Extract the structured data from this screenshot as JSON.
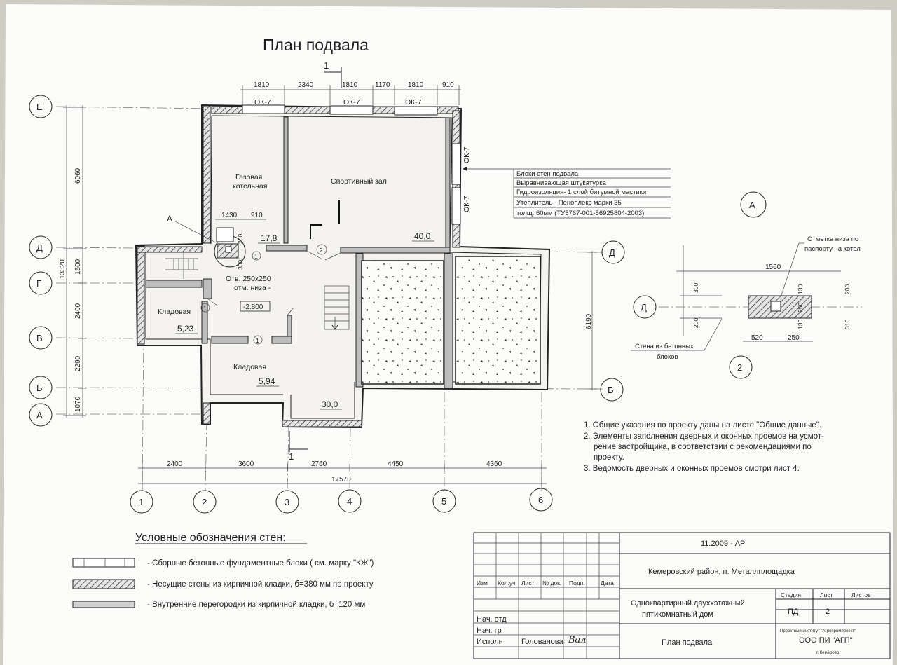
{
  "sheet": {
    "title": "План подвала",
    "section_mark": "1"
  },
  "top_dims": [
    "1810",
    "2340",
    "1810",
    "1170",
    "1810",
    "910"
  ],
  "window_marks": {
    "top": [
      "ОК-7",
      "ОК-7",
      "ОК-7"
    ],
    "right": [
      "ОК-7",
      "ОК-7"
    ]
  },
  "left_dims": {
    "total": "13320",
    "parts": [
      "6060",
      "1500",
      "2400",
      "2290",
      "1070"
    ]
  },
  "right_dim": "6190",
  "bottom_dims": {
    "parts": [
      "2400",
      "3600",
      "2760",
      "4450",
      "4360"
    ],
    "total": "17570"
  },
  "axes": {
    "rows": [
      "Е",
      "Д",
      "Г",
      "В",
      "Б",
      "А"
    ],
    "cols": [
      "1",
      "2",
      "3",
      "4",
      "5",
      "6"
    ]
  },
  "rooms": {
    "boiler": "Газовая котельная",
    "gym": "Спортивный зал",
    "storage1": "Кладовая",
    "storage2": "Кладовая",
    "boiler_area": "17,8",
    "gym_area": "40,0",
    "storage1_area": "5,23",
    "storage2_area": "5,94",
    "hall_area": "30,0",
    "level": "-2.800"
  },
  "plan_labels": {
    "node_a": "А",
    "dim_1430": "1430",
    "dim_910": "910",
    "dim_200": "200",
    "dim_300": "300",
    "opening_line1": "Отв. 250х250",
    "opening_line2": "отм. низа -",
    "door_marks": [
      "1",
      "2",
      "1",
      "1"
    ]
  },
  "wall_callout": [
    "Блоки стен подвала",
    "Выравнивающая штукатурка",
    "Гидроизоляция- 1 слой битумной мастики",
    "Утеплитель - Пеноплекс  марки 35",
    "толщ. 60мм (ТУ5767-001-56925804-2003)"
  ],
  "detail": {
    "mark_top": "А",
    "mark_bottom": "2",
    "axis": "Д",
    "note_line1": "Отметка низа по",
    "note_line2": "паспорту на котел",
    "dim_1560": "1560",
    "dim_300": "300",
    "dim_200_left": "200",
    "dim_130_top": "130",
    "dim_250": "250",
    "dim_130_bottom": "130",
    "dim_200_right": "200",
    "dim_310": "310",
    "dim_520": "520",
    "dim_250_bottom": "250",
    "wall_line1": "Стена из бетонных",
    "wall_line2": "блоков"
  },
  "notes": [
    "1. Общие указания по проекту даны на листе \"Общие данные\".",
    "2. Элементы заполнения дверных и оконных проемов на усмот-",
    "рение застройщика, в соответствии с рекомендациями по",
    "проекту.",
    "3. Ведомость дверных и оконных проемов смотри лист 4."
  ],
  "legend": {
    "title": "Условные обозначения стен:",
    "items": [
      "- Сборные бетонные фундаментные блоки ( см. марку \"КЖ\")",
      "- Несущие стены из кирпичной кладки, б=380 мм по проекту",
      "- Внутренние перегородки из кирпичной кладки, б=120 мм"
    ]
  },
  "stamp": {
    "code": "11.2009 - АР",
    "location": "Кемеровский район, п. Металлплощадка",
    "object_line1": "Одноквартирный дауххэтажный",
    "object_line2": "пятикомнатный дом",
    "sheet_name": "План подвала",
    "col_headers": [
      "Изм",
      "Кол.уч",
      "Лист",
      "№ док.",
      "Подп.",
      "Дата"
    ],
    "roles": [
      "Нач. отд",
      "Нач. гр",
      "Исполн"
    ],
    "executor": "Голованова",
    "signature": "Вал",
    "stage_header": "Стадия",
    "sheet_header": "Лист",
    "sheets_header": "Листов",
    "stage": "ПД",
    "sheet_no": "2",
    "org_small": "Проектный институт \"Агропромпроект\"",
    "org": "ООО ПИ \"АГП\"",
    "city": "г. Кемерово"
  }
}
